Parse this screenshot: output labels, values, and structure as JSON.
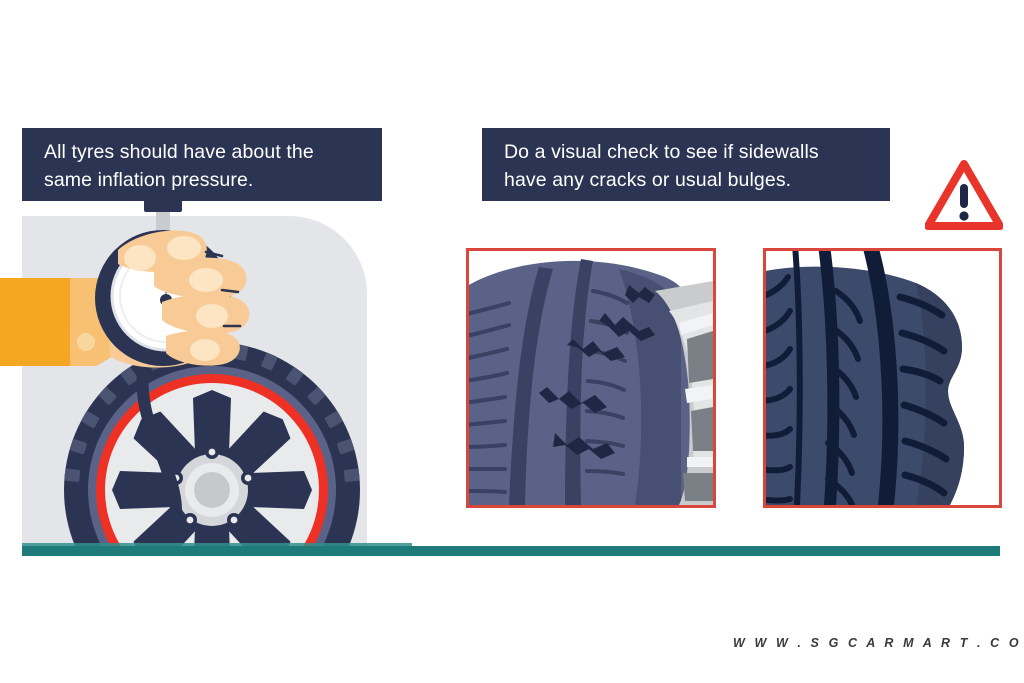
{
  "callouts": {
    "left": {
      "line1": "All tyres should have about the",
      "line2": "same inflation pressure.",
      "bg_color": "#2b3553",
      "text_color": "#ffffff"
    },
    "right": {
      "line1": "Do a visual check to see if sidewalls",
      "line2": "have any cracks or usual bulges.",
      "bg_color": "#2b3553",
      "text_color": "#ffffff"
    }
  },
  "illustration": {
    "name": "hand-holding-stopwatch-over-wheel",
    "panel_color": "#e4e5e8",
    "sleeve_color": "#f5a623",
    "skin_color": "#f8cb96",
    "stopwatch_color": "#2b3553",
    "wheel_tire_color": "#2b3553",
    "wheel_rim_stripe_color": "#ee3124",
    "ground_color": "#1f7b79"
  },
  "photos": {
    "cracks": {
      "label": "tyre-sidewall-cracks",
      "border_color": "#d9473c",
      "tyre_color": "#5a6287",
      "crack_color": "#1f2744",
      "rim_color": "#c9cbcd"
    },
    "bulge": {
      "label": "tyre-sidewall-bulge",
      "border_color": "#d9473c",
      "tyre_color": "#3c4a6b",
      "groove_color": "#111d38"
    }
  },
  "warning": {
    "icon": "warning-triangle-icon",
    "stroke_color": "#e8342a",
    "mark_color": "#1f2744",
    "symbol": "!"
  },
  "footer": {
    "watermark": "W W W . S G C A R M A R T . C O M"
  }
}
